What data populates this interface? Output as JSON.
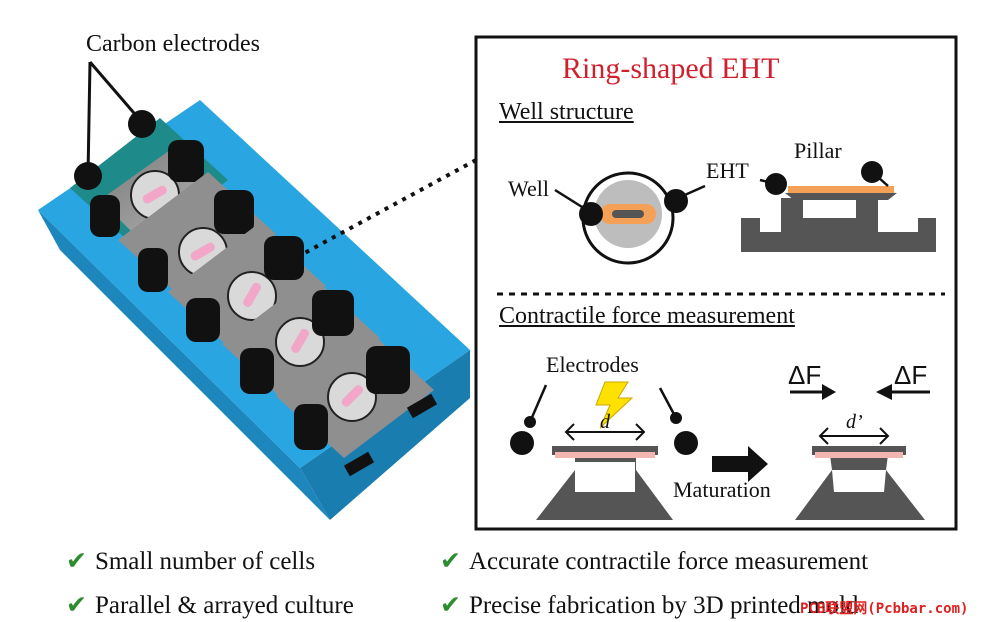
{
  "device": {
    "label": "Carbon electrodes"
  },
  "panel": {
    "title": "Ring-shaped EHT",
    "well_structure": {
      "heading": "Well structure",
      "label_well": "Well",
      "label_eht": "EHT",
      "label_pillar": "Pillar"
    },
    "contractile": {
      "heading": "Contractile force measurement",
      "label_electrodes": "Electrodes",
      "label_d": "d",
      "label_d_prime": "d’",
      "label_force_left": "ΔF",
      "label_force_right": "ΔF",
      "label_maturation": "Maturation"
    }
  },
  "features": [
    {
      "text": "Small number of cells"
    },
    {
      "text": "Accurate contractile force measurement"
    },
    {
      "text": "Parallel & arrayed culture"
    },
    {
      "text": "Precise fabrication by 3D printed mold"
    }
  ],
  "watermark": "PCB联盟网(Pcbbar.com)",
  "colors": {
    "device_blue": "#29a6e2",
    "well_teal": "#1f8a8a",
    "eht_orange": "#f4a157",
    "title_red": "#d0202e",
    "check_green": "#2e8b2e",
    "lightning_yellow": "#ffe100"
  },
  "icons": [
    "lightning-icon",
    "check-icon",
    "arrow-right-icon"
  ]
}
